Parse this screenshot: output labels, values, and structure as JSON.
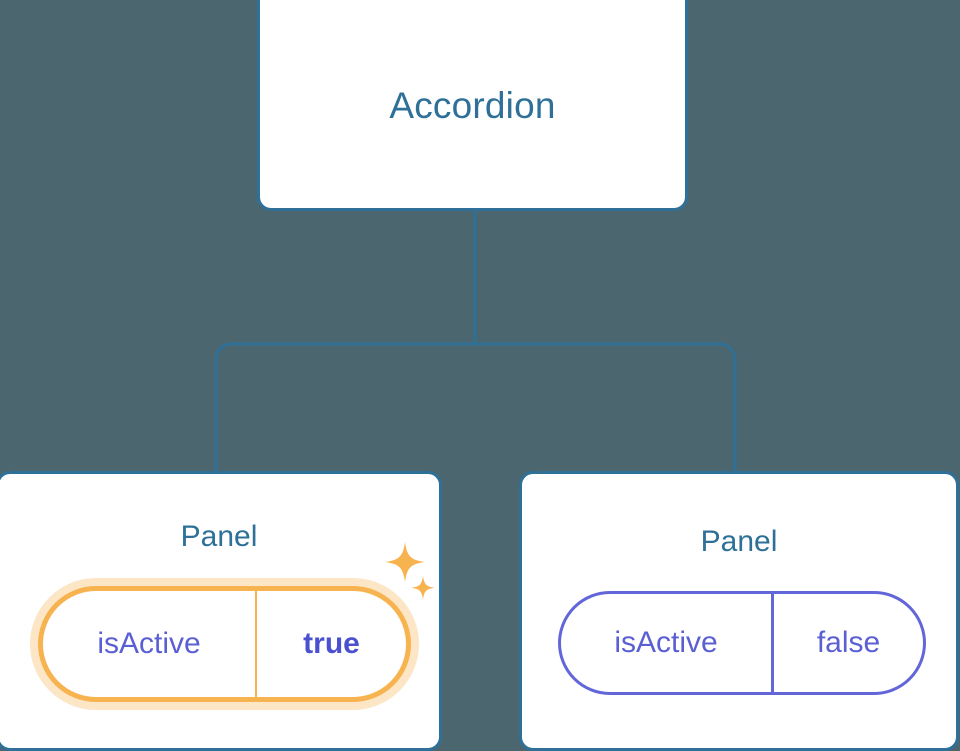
{
  "diagram": {
    "type": "component-tree",
    "background_color": "#4c6670",
    "node_border_color": "#2e7097",
    "node_title_color": "#2e7097",
    "edge_color": "#2e7097",
    "highlight_color": "#f7b34f",
    "highlight_glow_color": "#fbd9a4",
    "prop_text_color": "#5b5fd4",
    "prop_border_color": "#6366d8",
    "root": {
      "label": "Accordion"
    },
    "children": [
      {
        "label": "Panel",
        "highlighted": true,
        "props": [
          {
            "key": "isActive",
            "value": "true",
            "value_bold": true
          }
        ],
        "decoration": "sparkles-icon"
      },
      {
        "label": "Panel",
        "highlighted": false,
        "props": [
          {
            "key": "isActive",
            "value": "false",
            "value_bold": false
          }
        ]
      }
    ]
  }
}
